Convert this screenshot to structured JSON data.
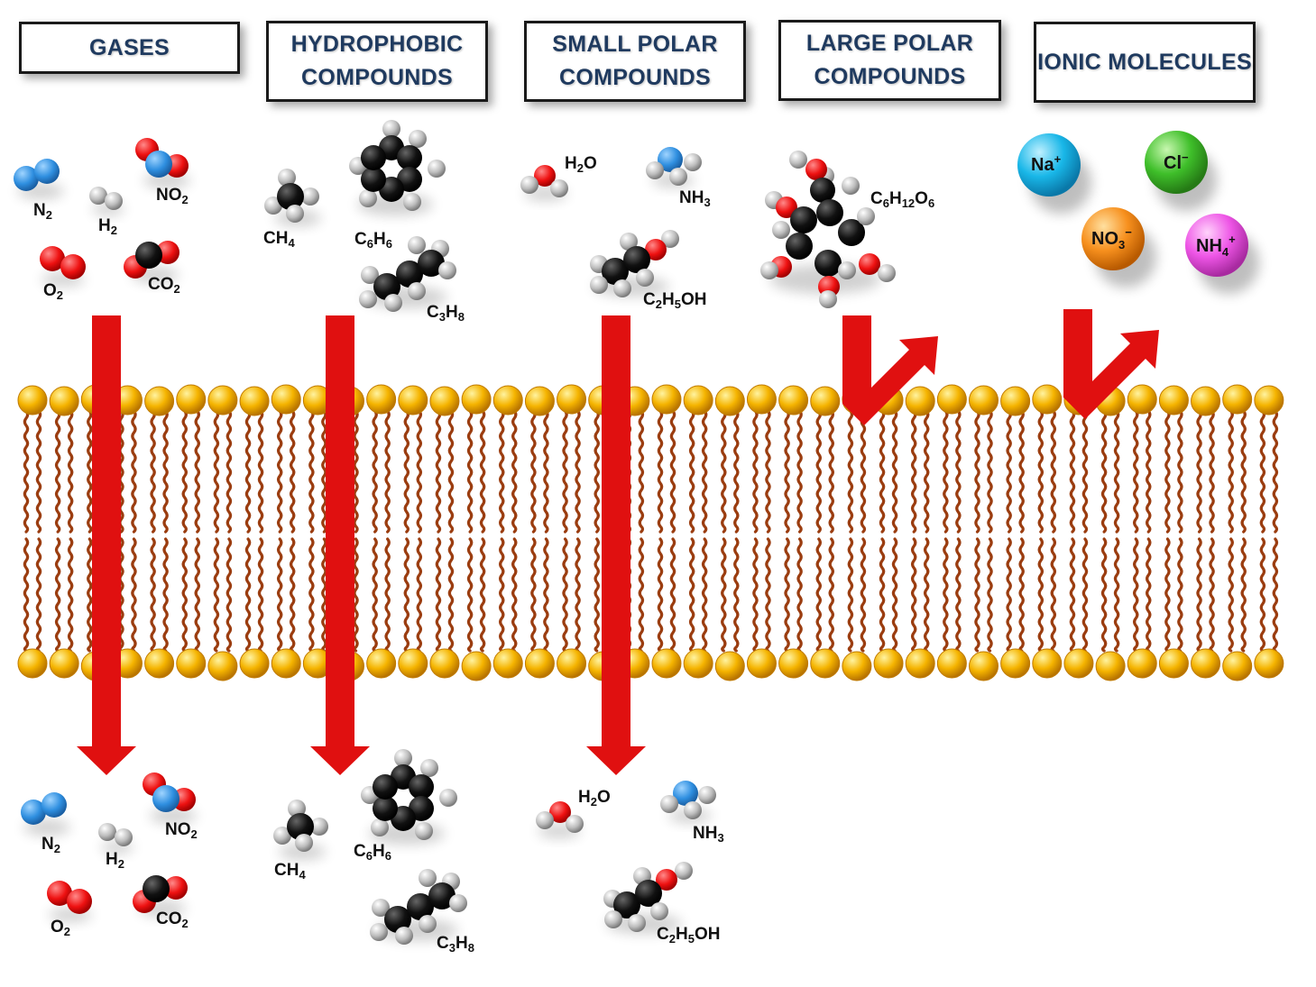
{
  "categories": [
    {
      "label": "GASES"
    },
    {
      "label": "HYDROPHOBIC COMPOUNDS"
    },
    {
      "label": "SMALL POLAR COMPOUNDS"
    },
    {
      "label": "LARGE POLAR COMPOUNDS"
    },
    {
      "label": "IONIC MOLECULES"
    }
  ],
  "molecules": {
    "n2": {
      "base": "N",
      "sub": "2"
    },
    "h2": {
      "base": "H",
      "sub": "2"
    },
    "no2": {
      "base": "NO",
      "sub": "2"
    },
    "o2": {
      "base": "O",
      "sub": "2"
    },
    "co2": {
      "base": "CO",
      "sub": "2"
    },
    "ch4": {
      "base": "CH",
      "sub": "4"
    },
    "c6h6": {
      "parts": [
        "C",
        "6",
        "H",
        "6"
      ]
    },
    "c3h8": {
      "parts": [
        "C",
        "3",
        "H",
        "8"
      ]
    },
    "h2o": {
      "parts": [
        "H",
        "2",
        "O"
      ]
    },
    "nh3": {
      "base": "NH",
      "sub": "3"
    },
    "c2h5oh": {
      "parts": [
        "C",
        "2",
        "H",
        "5",
        "OH"
      ]
    },
    "c6h12o6": {
      "parts": [
        "C",
        "6",
        "H",
        "12",
        "O",
        "6"
      ]
    }
  },
  "ions": {
    "na": {
      "base": "Na",
      "sup": "+",
      "color": "#19b7e8"
    },
    "cl": {
      "base": "Cl",
      "sup": "−",
      "color": "#3fbf2a"
    },
    "no3": {
      "base": "NO",
      "sub": "3",
      "sup": "−",
      "color": "#f7901e"
    },
    "nh4": {
      "base": "NH",
      "sub": "4",
      "sup": "+",
      "color": "#ee55e6"
    }
  },
  "colors": {
    "arrow": "#e01010",
    "head_group": "#f5b400",
    "lipid_tail": "#9b3d10",
    "nitrogen": "#2f8fe0",
    "oxygen": "#ee1111",
    "carbon": "#111111",
    "hydrogen": "#bdbdbd"
  }
}
